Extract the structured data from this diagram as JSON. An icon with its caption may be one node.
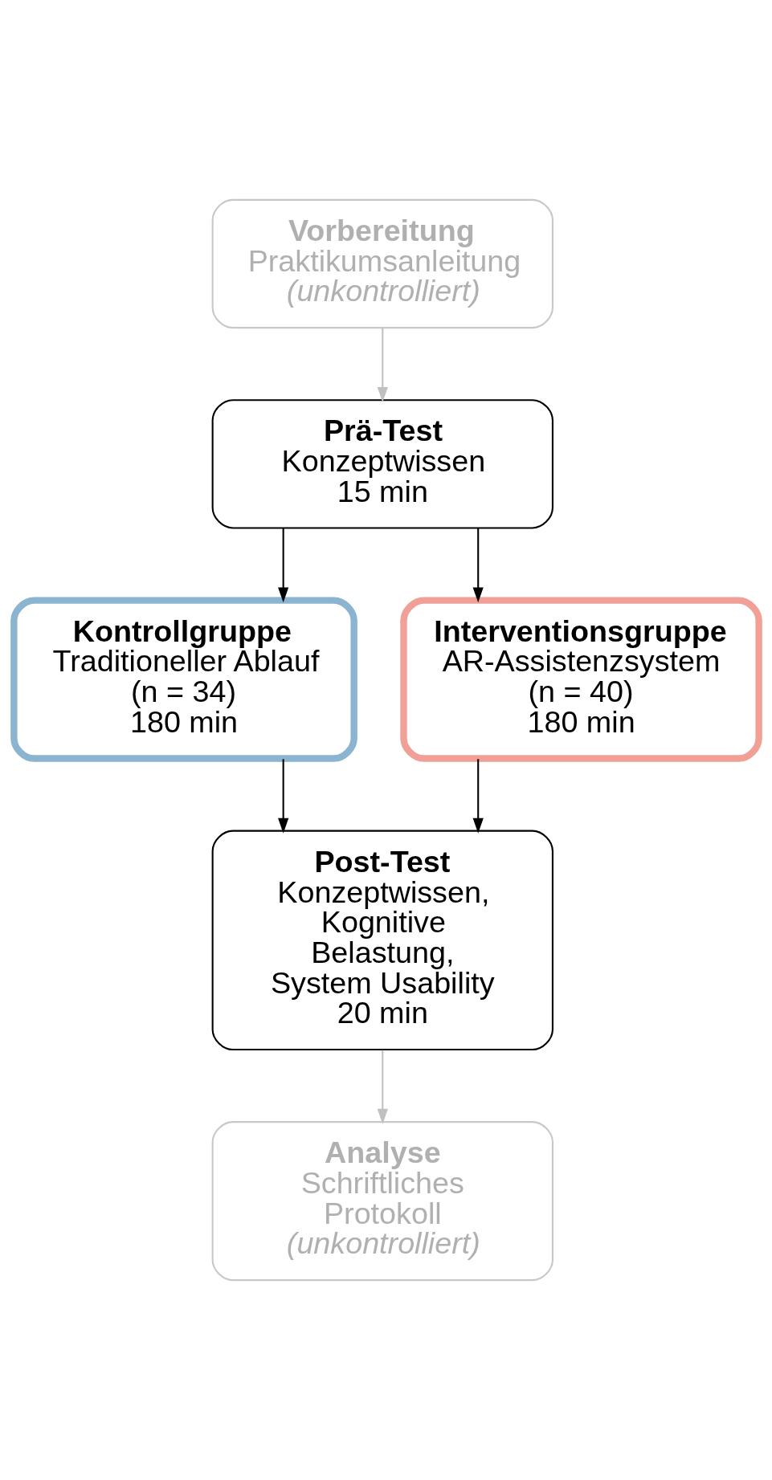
{
  "diagram": {
    "nodes": [
      {
        "text": [
          "Vorbereitung",
          "Praktikumsanleitung",
          "(unkontrolliert)"
        ]
      },
      {
        "text": [
          "Prä-Test",
          "Konzeptwissen",
          "15 min"
        ]
      },
      {
        "text": [
          "Kontrollgruppe",
          "Traditioneller Ablauf",
          "(n = 34)",
          "180 min"
        ]
      },
      {
        "text": [
          "Interventionsgruppe",
          "AR-Assistenzsystem",
          "(n = 40)",
          "180 min"
        ]
      },
      {
        "text": [
          "Post-Test",
          "Konzeptwissen, Kognitive Belastung, System Usability",
          "20 min"
        ]
      },
      {
        "text": [
          "Analyse",
          "Schriftliches Protokoll",
          "(unkontrolliert)"
        ]
      }
    ],
    "edges": [
      {
        "from": 0,
        "to": 1,
        "arrow": "to",
        "color": "#c0c0c0"
      },
      {
        "from": 1,
        "to": 2,
        "arrow": "to"
      },
      {
        "from": 1,
        "to": 3,
        "arrow": "to"
      },
      {
        "from": 2,
        "to": 4,
        "arrow": "to"
      },
      {
        "from": 3,
        "to": 4,
        "arrow": "to"
      },
      {
        "from": 4,
        "to": 5,
        "arrow": "to",
        "color": "#c0c0c0"
      }
    ]
  }
}
